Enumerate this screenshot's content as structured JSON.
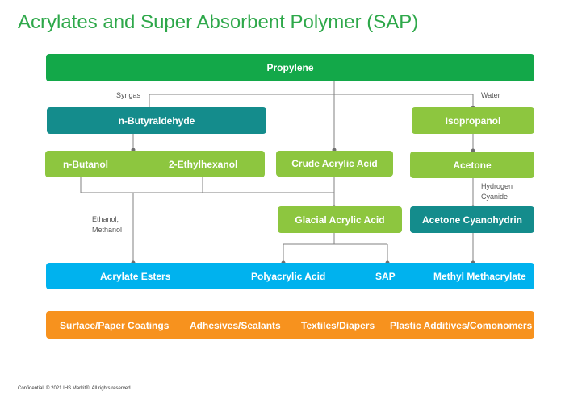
{
  "title": "Acrylates and Super Absorbent Polymer (SAP)",
  "nodes": {
    "propylene": "Propylene",
    "n_butyraldehyde": "n-Butyraldehyde",
    "isopropanol": "Isopropanol",
    "n_butanol": "n-Butanol",
    "ethylhexanol": "2-Ethylhexanol",
    "crude_acrylic_acid": "Crude Acrylic Acid",
    "acetone": "Acetone",
    "glacial_acrylic_acid": "Glacial Acrylic Acid",
    "acetone_cyanohydrin": "Acetone Cyanohydrin"
  },
  "edge_labels": {
    "syngas": "Syngas",
    "water": "Water",
    "hydrogen": "Hydrogen",
    "cyanide": "Cyanide",
    "ethanol": "Ethanol,",
    "methanol": "Methanol"
  },
  "products": {
    "acrylate_esters": "Acrylate Esters",
    "polyacrylic_acid": "Polyacrylic Acid",
    "sap": "SAP",
    "methyl_methacrylate": "Methyl Methacrylate"
  },
  "applications": {
    "coatings": "Surface/Paper Coatings",
    "adhesives": "Adhesives/Sealants",
    "textiles": "Textiles/Diapers",
    "plastic_additives": "Plastic Additives/Comonomers"
  },
  "footer": "Confidential. © 2021 IHS Markit®. All rights reserved.",
  "colors": {
    "title": "#2ea84a",
    "propylene": "#13a849",
    "intermediate": "#8dc63f",
    "teal": "#148c8c",
    "products_bar": "#00b2ee",
    "applications_bar": "#f7921e",
    "connector": "#808080"
  }
}
